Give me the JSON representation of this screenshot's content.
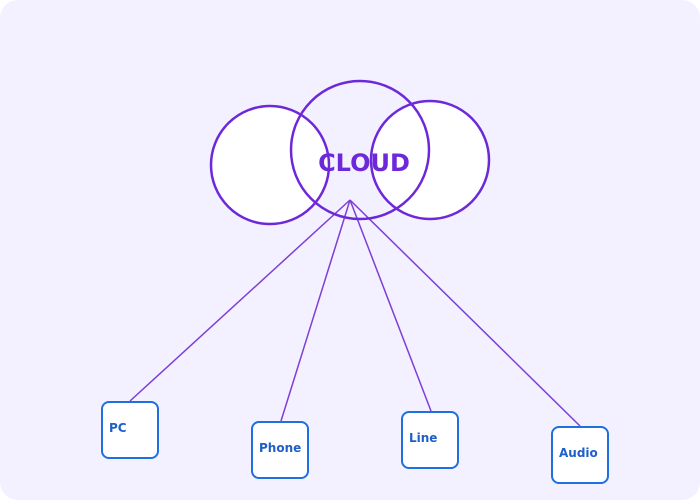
{
  "cloud": {
    "label": "CLOUD",
    "color": "#6d28d9"
  },
  "nodes": [
    {
      "id": "pc",
      "label": "PC"
    },
    {
      "id": "phone",
      "label": "Phone"
    },
    {
      "id": "line",
      "label": "Line"
    },
    {
      "id": "audio",
      "label": "Audio"
    }
  ],
  "colors": {
    "background": "#f3f0ff",
    "connector": "#7e3fd6",
    "node_border": "#1e6fe0",
    "node_text": "#1f5fc8"
  }
}
